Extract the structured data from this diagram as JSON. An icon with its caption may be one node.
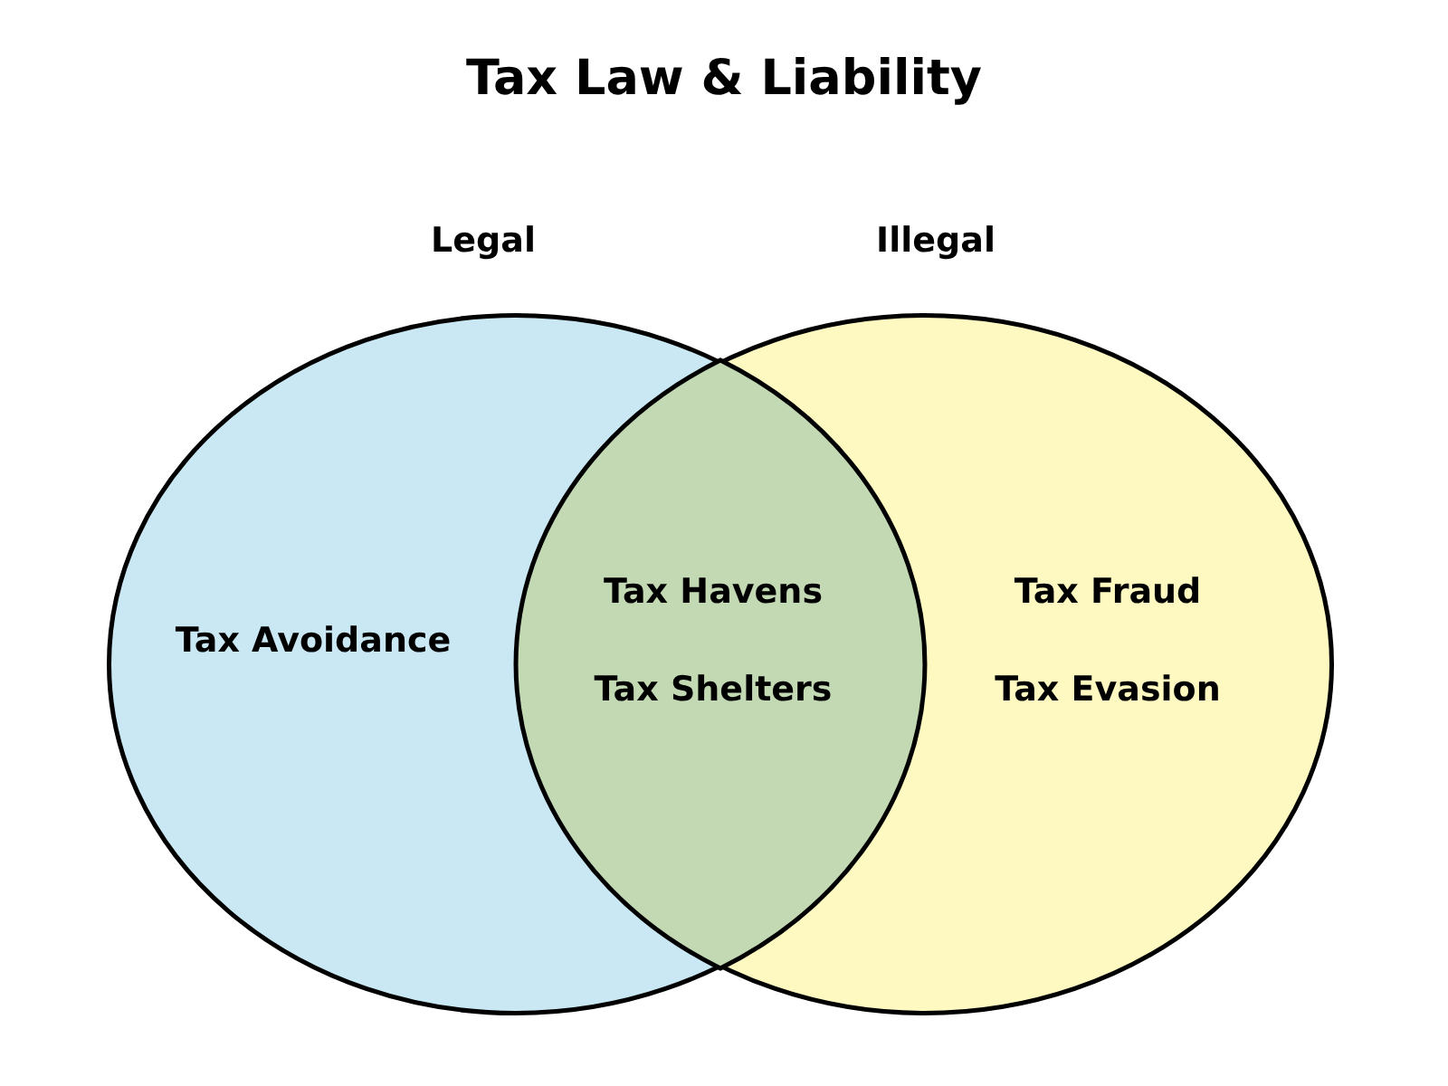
{
  "diagram": {
    "title": "Tax Law & Liability",
    "nodes": [
      {
        "text": [
          "Legal",
          "Tax Avoidance"
        ]
      },
      {
        "text": [
          "Illegal",
          "Tax Fraud",
          "Tax Evasion"
        ]
      },
      {
        "text": [
          "Tax Havens",
          "Tax Shelters"
        ]
      }
    ]
  }
}
